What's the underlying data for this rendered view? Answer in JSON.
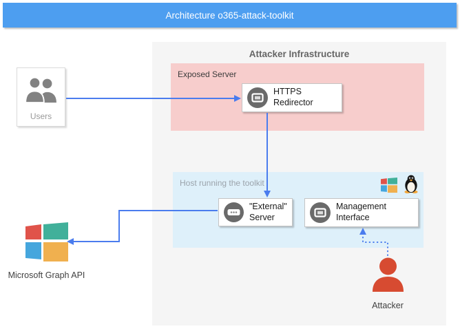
{
  "banner": {
    "title": "Architecture o365-attack-toolkit"
  },
  "infrastructure_panel": {
    "title": "Attacker Infrastructure"
  },
  "groups": {
    "exposed_server": {
      "label": "Exposed Server"
    },
    "host": {
      "label": "Host running the toolkit",
      "os_icons": [
        "windows-logo-icon",
        "linux-tux-icon"
      ]
    }
  },
  "nodes": {
    "users": {
      "label": "Users",
      "icon": "users-icon"
    },
    "https_redirector": {
      "label": "HTTPS Redirector",
      "icon": "app-window-icon"
    },
    "external_server": {
      "line1": "\"External\"",
      "line2": "Server",
      "icon": "server-dots-icon"
    },
    "management_interface": {
      "label": "Management Interface",
      "icon": "app-window-icon"
    },
    "microsoft_graph_api": {
      "label": "Microsoft Graph API",
      "icon": "microsoft-logo-icon"
    },
    "attacker": {
      "label": "Attacker",
      "icon": "attacker-person-icon"
    }
  },
  "edges": [
    {
      "from": "users",
      "to": "https_redirector",
      "style": "solid"
    },
    {
      "from": "https_redirector",
      "to": "external_server",
      "style": "solid"
    },
    {
      "from": "external_server",
      "to": "microsoft_graph_api",
      "style": "solid"
    },
    {
      "from": "attacker",
      "to": "management_interface",
      "style": "dotted"
    }
  ],
  "colors": {
    "banner_bg": "#4D9EF0",
    "panel_bg": "#F5F5F5",
    "exposed_group_bg": "#F7CDCC",
    "host_group_bg": "#DEF0FA",
    "edge_blue": "#4A7CEE",
    "attacker_red": "#D74B31",
    "icon_gray": "#6A6A6A",
    "ms_red": "#E0534A",
    "ms_teal": "#41B09A",
    "ms_blue": "#45A6DD",
    "ms_orange": "#F0B04F"
  }
}
